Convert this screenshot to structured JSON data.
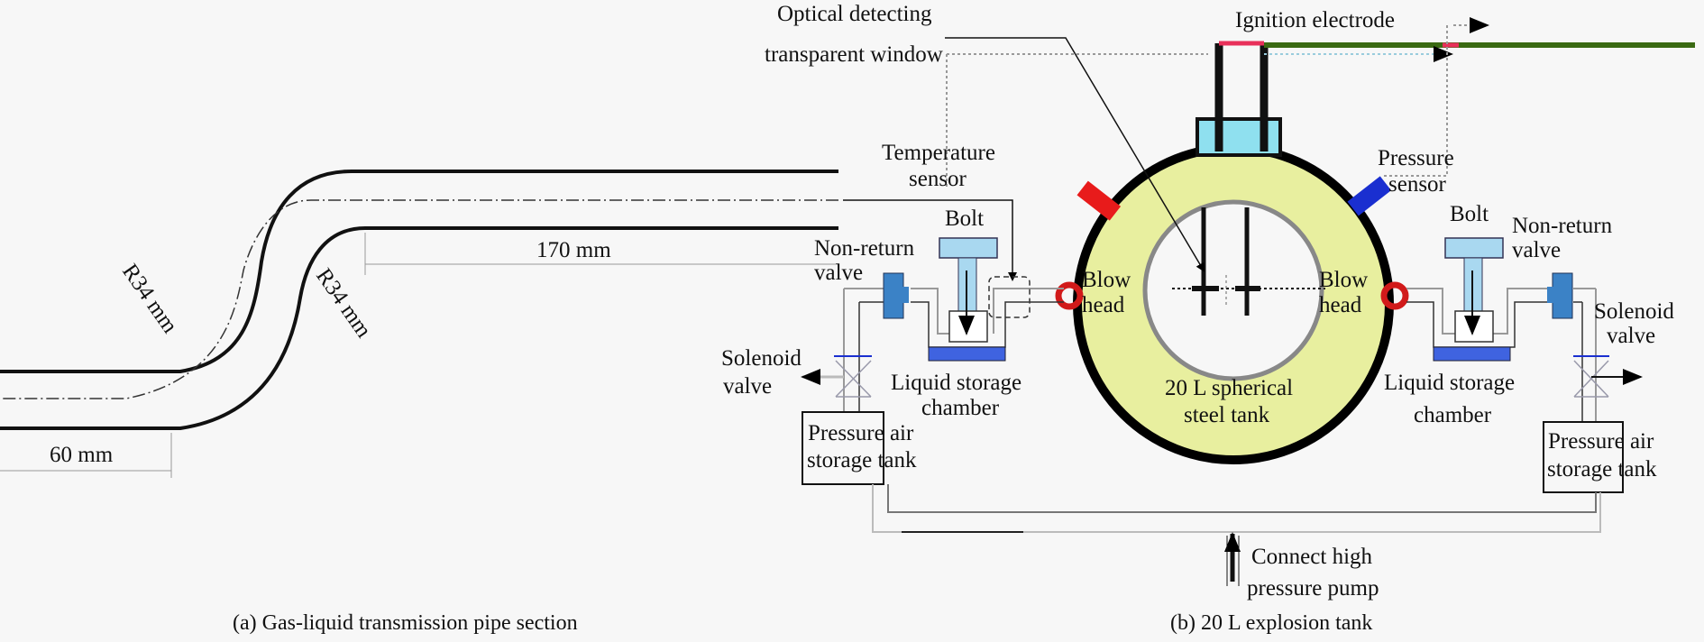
{
  "figure_a": {
    "caption": "(a) Gas-liquid transmission pipe section",
    "dim_straight_top": "170 mm",
    "dim_straight_bottom": "60 mm",
    "radius_left": "R34 mm",
    "radius_right": "R34 mm"
  },
  "figure_b": {
    "caption": "(b) 20 L explosion tank",
    "labels": {
      "optical_window_line1": "Optical detecting",
      "optical_window_line2": "transparent window",
      "ignition_electrode": "Ignition electrode",
      "temperature_sensor_line1": "Temperature",
      "temperature_sensor_line2": "sensor",
      "pressure_sensor_line1": "Pressure",
      "pressure_sensor_line2": "sensor",
      "bolt_left": "Bolt",
      "bolt_right": "Bolt",
      "nonreturn_left_line1": "Non-return",
      "nonreturn_left_line2": "valve",
      "nonreturn_right_line1": "Non-return",
      "nonreturn_right_line2": "valve",
      "blow_head_left_line1": "Blow",
      "blow_head_left_line2": "head",
      "blow_head_right_line1": "Blow",
      "blow_head_right_line2": "head",
      "solenoid_left_line1": "Solenoid",
      "solenoid_left_line2": "valve",
      "solenoid_right_line1": "Solenoid",
      "solenoid_right_line2": "valve",
      "liquid_left_line1": "Liquid storage",
      "liquid_left_line2": "chamber",
      "liquid_right_line1": "Liquid storage",
      "liquid_right_line2": "chamber",
      "tank_line1": "20 L spherical",
      "tank_line2": "steel tank",
      "air_left_line1": "Pressure air",
      "air_left_line2": "storage tank",
      "air_right_line1": "Pressure air",
      "air_right_line2": "storage tank",
      "pump_line1": "Connect high",
      "pump_line2": "pressure pump"
    },
    "colors": {
      "tank_fill": "#e8ef9f",
      "temperature_sensor": "#e81b1b",
      "pressure_sensor": "#1a2fd0",
      "bolt": "#a9d8f0",
      "valve": "#3b82c6",
      "liquid": "#3f63e0",
      "blow_head": "#d11a1a",
      "electrode_wire": "#3a6a12",
      "electrode_tip": "#e8305a"
    }
  }
}
